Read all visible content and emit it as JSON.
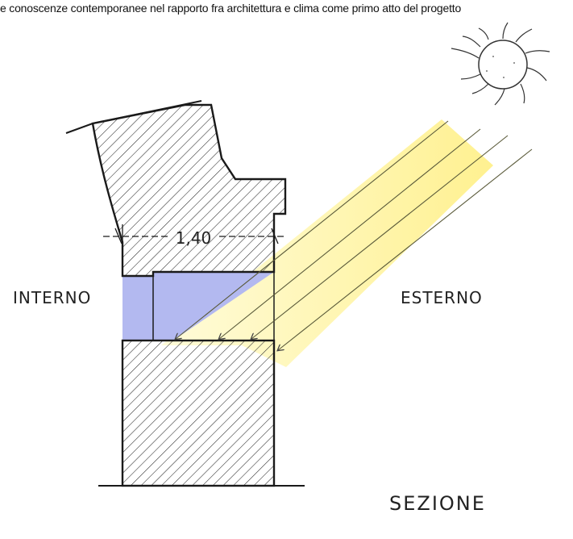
{
  "caption": "e conoscenze contemporanee nel rapporto fra architettura e clima come primo atto del progetto",
  "labels": {
    "dimension": "1,40",
    "interior": "INTERNO",
    "exterior": "ESTERNO",
    "section": "SEZIONE"
  },
  "colors": {
    "hatch": "#2a2a2a",
    "window_glass": "#b3b9f0",
    "sunlight": "#fff5a6",
    "ray_line": "#5a5a3a",
    "text": "#222222"
  },
  "icons": {
    "sun": "sun-icon"
  }
}
